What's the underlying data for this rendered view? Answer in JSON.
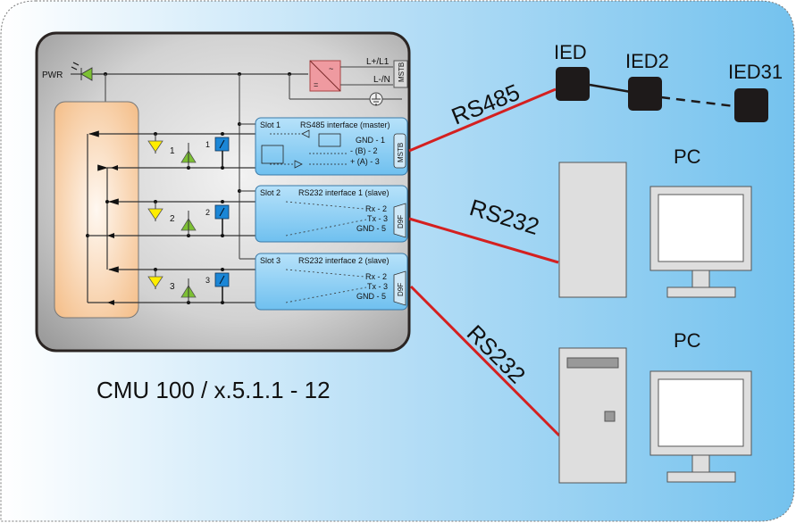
{
  "device": {
    "caption": "CMU 100 / x.5.1.1 - 12",
    "pwr_label": "PWR",
    "power_terminals": [
      "L+/L1",
      "L-/N"
    ],
    "power_connector": "MSTB",
    "converter_symbols": {
      "ac": "~",
      "dc": "="
    },
    "slots": [
      {
        "slot_label": "Slot 1",
        "title": "RS485 interface (master)",
        "pins": [
          "GND - 1",
          "- (B) - 2",
          "+ (A) - 3"
        ],
        "connector": "MSTB",
        "led_number": "1",
        "relay_number": "1"
      },
      {
        "slot_label": "Slot 2",
        "title": "RS232 interface 1 (slave)",
        "pins": [
          "Rx - 2",
          "Tx - 3",
          "GND - 5"
        ],
        "connector": "D9F",
        "led_number": "2",
        "relay_number": "2"
      },
      {
        "slot_label": "Slot 3",
        "title": "RS232 interface 2 (slave)",
        "pins": [
          "Rx - 2",
          "Tx - 3",
          "GND - 5"
        ],
        "connector": "D9F",
        "led_number": "3",
        "relay_number": "3"
      }
    ]
  },
  "links": [
    {
      "label": "RS485",
      "from": "Slot 1",
      "to": "IED"
    },
    {
      "label": "RS232",
      "from": "Slot 2",
      "to": "PC"
    },
    {
      "label": "RS232",
      "from": "Slot 3",
      "to": "PC"
    }
  ],
  "ieds": [
    {
      "label": "IED"
    },
    {
      "label": "IED2"
    },
    {
      "label": "IED31"
    }
  ],
  "pcs": [
    {
      "label": "PC"
    },
    {
      "label": "PC"
    }
  ],
  "colors": {
    "link_red": "#d42020",
    "panel_blue": "#7cc4ee",
    "slot_blue": "#8fd0f3",
    "cpu_orange": "#f5c18d",
    "led_yellow": "#ffee00",
    "led_green": "#7cc033",
    "relay_blue": "#1b86d6",
    "converter_pink": "#ef9aa0",
    "ied_black": "#1e1a1a"
  }
}
